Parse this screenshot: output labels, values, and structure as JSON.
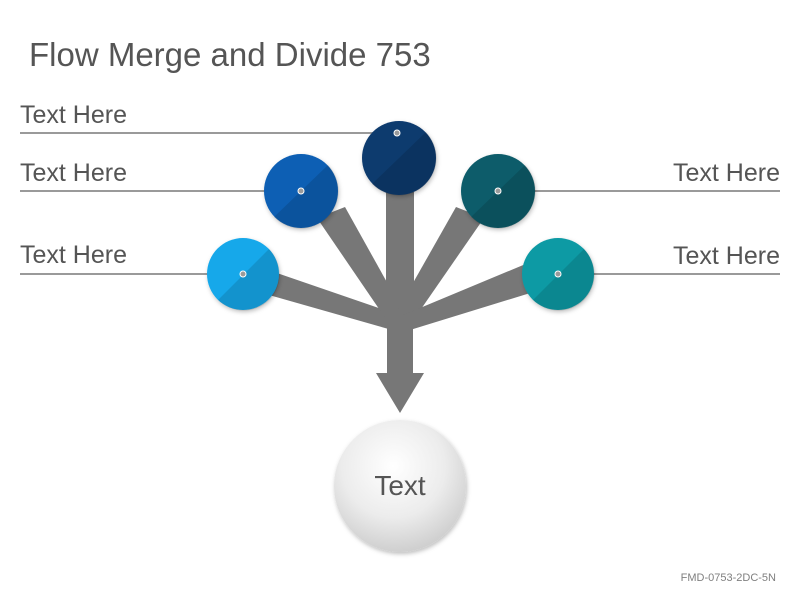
{
  "title": "Flow Merge and Divide 753",
  "labels": {
    "top_left": "Text Here",
    "mid_left": "Text Here",
    "low_left": "Text Here",
    "mid_right": "Text Here",
    "low_right": "Text Here"
  },
  "center": {
    "text": "Text"
  },
  "footer": "FMD-0753-2DC-5N",
  "colors": {
    "node_dark_navy": "#0f3a6e",
    "node_blue": "#0a5fb4",
    "node_light_blue": "#16a8ea",
    "node_dark_teal": "#0b5c6a",
    "node_teal": "#0e9aa4",
    "arrow": "#777777",
    "line": "#9a9a9a"
  }
}
